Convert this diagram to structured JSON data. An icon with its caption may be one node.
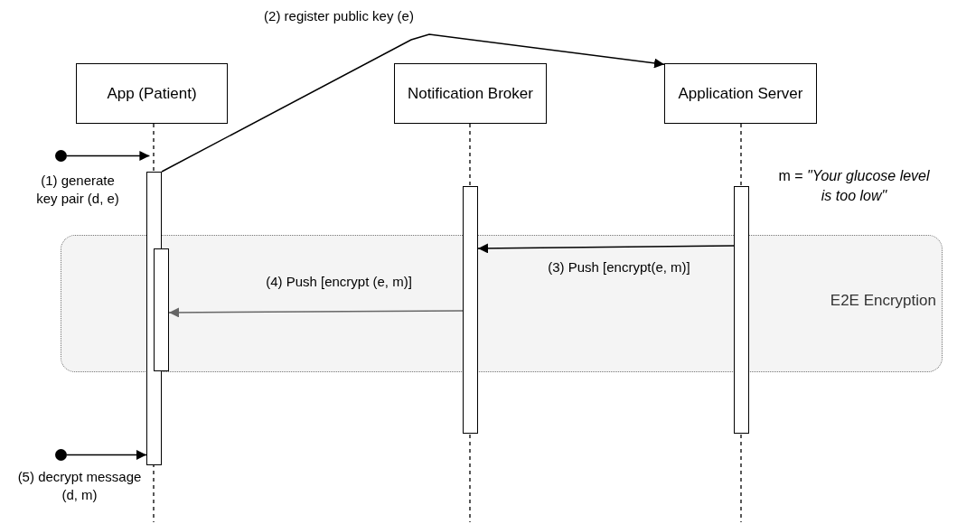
{
  "diagram": {
    "nodes": [
      {
        "text": [
          "App (Patient)"
        ]
      },
      {
        "text": [
          "Notification Broker"
        ]
      },
      {
        "text": [
          "Application Server"
        ]
      },
      {
        "text": [
          "E2E Encryption"
        ]
      },
      {
        "text": [],
        "shape": "circle"
      },
      {
        "text": [],
        "shape": "circle"
      },
      {
        "text": [],
        "shape": "bar"
      },
      {
        "text": [],
        "shape": "bar",
        "in": 3
      },
      {
        "text": [],
        "shape": "bar"
      },
      {
        "text": [],
        "shape": "bar"
      }
    ],
    "edges": [
      {
        "from": 4,
        "to": 6,
        "arrow": "to",
        "label": "(1) generate key pair (d, e)"
      },
      {
        "from": 6,
        "to": 2,
        "arrow": "to",
        "label": "(2) register public key (e)"
      },
      {
        "from": 9,
        "to": 8,
        "arrow": "to",
        "label": "(3) Push [encrypt(e, m)]"
      },
      {
        "from": 8,
        "to": 7,
        "arrow": "to",
        "label": "(4) Push [encrypt (e, m)]",
        "color": "#666666"
      },
      {
        "from": 5,
        "to": 6,
        "arrow": "to",
        "label": "(5) decrypt message (d, m)"
      }
    ],
    "labels": [
      "m = *\"Your glucose level is too low\"*"
    ]
  }
}
